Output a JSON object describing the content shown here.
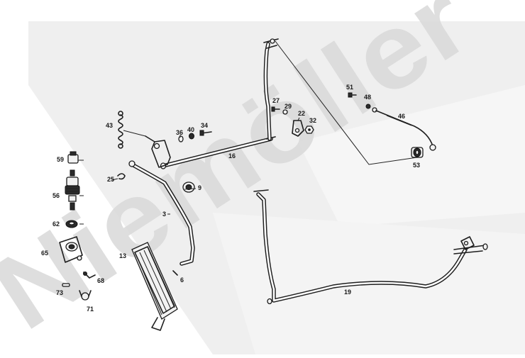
{
  "watermark": {
    "text": "Niemöller",
    "color": "#dcdcdc"
  },
  "colors": {
    "background": "#ffffff",
    "line": "#1e1e1e",
    "shading": "#ededed"
  },
  "parts": {
    "p3": "3",
    "p6": "6",
    "p9": "9",
    "p13": "13",
    "p16": "16",
    "p19": "19",
    "p22": "22",
    "p25": "25",
    "p27": "27",
    "p29": "29",
    "p32": "32",
    "p34": "34",
    "p36": "36",
    "p40": "40",
    "p43": "43",
    "p46": "46",
    "p48": "48",
    "p51": "51",
    "p53": "53",
    "p56": "56",
    "p59": "59",
    "p62": "62",
    "p65": "65",
    "p68": "68",
    "p71": "71",
    "p73": "73"
  }
}
